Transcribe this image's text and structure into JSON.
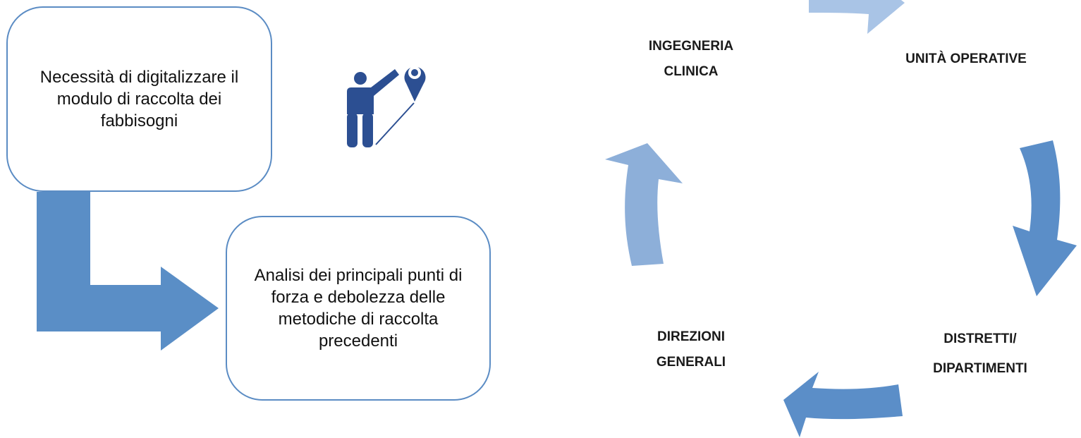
{
  "flow": {
    "step1": {
      "text": "Necessità di digitalizzare il modulo di raccolta dei fabbisogni"
    },
    "step2": {
      "text": "Analisi dei principali punti di forza e debolezza delle metodiche di raccolta precedenti"
    },
    "icon": "person-pointing-location-pin-icon"
  },
  "cycle": {
    "nodes": {
      "ingegneria": [
        "INGEGNERIA",
        "CLINICA"
      ],
      "unita": "UNITÀ OPERATIVE",
      "distretti": [
        "DISTRETTI/",
        "DIPARTIMENTI"
      ],
      "direzioni": [
        "DIREZIONI",
        "GENERALI"
      ]
    }
  },
  "colors": {
    "box_border": "#5b8cc4",
    "bent_arrow": "#5a8ec6",
    "cycle_arrow_light": "#a9c4e6",
    "cycle_arrow_mid": "#8dafd9",
    "cycle_arrow_dark": "#5b8ec8",
    "icon": "#2c4f92"
  }
}
